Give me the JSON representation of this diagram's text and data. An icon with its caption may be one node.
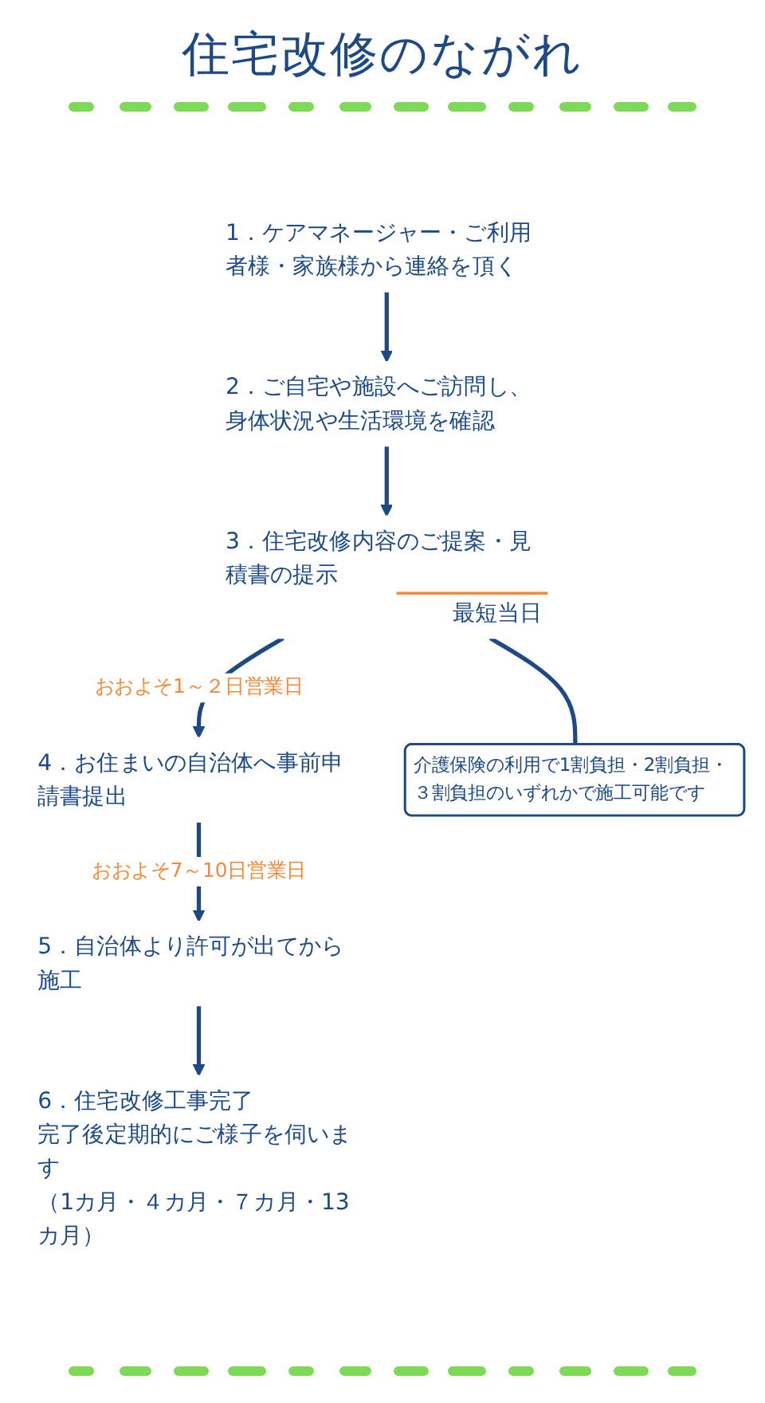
{
  "diagram": {
    "title": "住宅改修のながれ",
    "nodes": [
      {
        "text": [
          "1．ケアマネージャー・ご利用者様・家族様から連絡を頂く"
        ]
      },
      {
        "text": [
          "2．ご自宅や施設へご訪問し、身体状況や生活環境を確認"
        ]
      },
      {
        "text": [
          "3．住宅改修内容のご提案・見積書の提示",
          "最短当日"
        ]
      },
      {
        "text": [
          "介護保険の利用で1割負担・2割負担・３割負担のいずれかで施工可能です"
        ]
      },
      {
        "text": [
          "4．お住まいの自治体へ事前申請書提出"
        ]
      },
      {
        "text": [
          "5．自治体より許可が出てから施工"
        ]
      },
      {
        "text": [
          "6．住宅改修工事完了",
          "完了後定期的にご様子を伺います",
          "（1カ月・４カ月・７カ月・13カ月）"
        ]
      }
    ],
    "edges": [
      {
        "from": 0,
        "to": 1,
        "arrow": "to"
      },
      {
        "from": 1,
        "to": 2,
        "arrow": "to"
      },
      {
        "from": 2,
        "to": 4,
        "arrow": "to",
        "label": "おおよそ1～２日営業日"
      },
      {
        "from": 2,
        "to": 3,
        "arrow": "none"
      },
      {
        "from": 4,
        "to": 5,
        "arrow": "to",
        "label": "おおよそ7～10日営業日"
      },
      {
        "from": 5,
        "to": 6,
        "arrow": "to"
      }
    ]
  }
}
